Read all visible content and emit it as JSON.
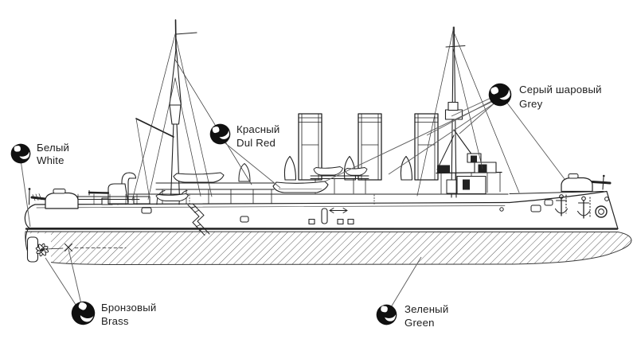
{
  "diagram": {
    "background_color": "#ffffff",
    "ink_color": "#222222",
    "leader_line_color": "#5f5f5f",
    "icon_fill_color": "#101010",
    "subject": "battleship side-profile painting scheme"
  },
  "callouts": {
    "icon": "paint-dab-icon",
    "items": [
      {
        "id": "white",
        "label_ru": "Белый",
        "label_en": "White"
      },
      {
        "id": "dul-red",
        "label_ru": "Красный",
        "label_en": "Dul Red"
      },
      {
        "id": "grey",
        "label_ru": "Серый шаровый",
        "label_en": "Grey"
      },
      {
        "id": "brass",
        "label_ru": "Бронзовый",
        "label_en": "Brass"
      },
      {
        "id": "green",
        "label_ru": "Зеленый",
        "label_en": "Green"
      }
    ]
  }
}
